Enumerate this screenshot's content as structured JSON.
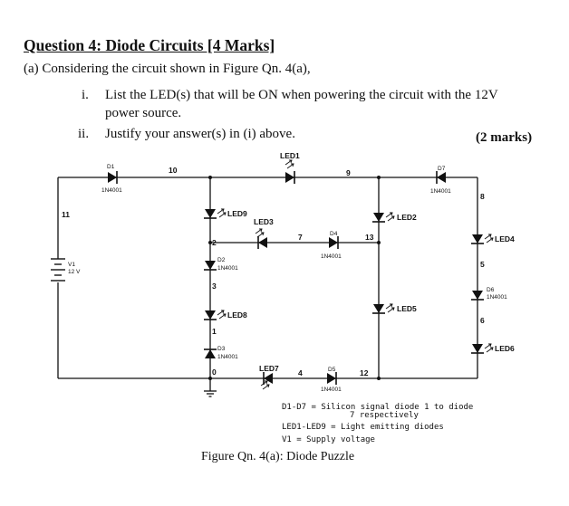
{
  "question": {
    "title": "Question 4: Diode Circuits [4 Marks]",
    "part_a": "(a) Considering the circuit shown in Figure Qn. 4(a),",
    "item_i_num": "i.",
    "item_i_text": "List the LED(s) that will be ON when powering the circuit with the 12V",
    "item_i_text2": "power source.",
    "item_ii_num": "ii.",
    "item_ii_text": "Justify your answer(s) in (i) above.",
    "marks": "(2 marks)"
  },
  "circuit": {
    "components": {
      "d1": {
        "name": "D1",
        "part": "1N4001"
      },
      "d2": {
        "name": "D2",
        "part": "1N4001"
      },
      "d3": {
        "name": "D3",
        "part": "1N4001"
      },
      "d4": {
        "name": "D4",
        "part": "1N4001"
      },
      "d5": {
        "name": "D5",
        "part": "1N4001"
      },
      "d6": {
        "name": "D6",
        "part": "1N4001"
      },
      "d7": {
        "name": "D7",
        "part": "1N4001"
      },
      "led1": "LED1",
      "led2": "LED2",
      "led3": "LED3",
      "led4": "LED4",
      "led5": "LED5",
      "led6": "LED6",
      "led7": "LED7",
      "led8": "LED8",
      "led9": "LED9",
      "v1": {
        "name": "V1",
        "value": "12 V"
      }
    },
    "nodes": {
      "n10": "10",
      "n9": "9",
      "n11": "11",
      "n2": "2",
      "n7": "7",
      "n13": "13",
      "n3": "3",
      "n1": "1",
      "n0": "0",
      "n4": "4",
      "n12": "12",
      "n8": "8",
      "n5": "5",
      "n6": "6"
    },
    "legend": {
      "line1": "D1-D7 = Silicon signal diode 1 to diode",
      "line2": "7 respectively",
      "line3": "LED1-LED9 = Light emitting diodes",
      "line4": "V1 = Supply voltage"
    }
  },
  "caption": "Figure Qn. 4(a): Diode Puzzle"
}
